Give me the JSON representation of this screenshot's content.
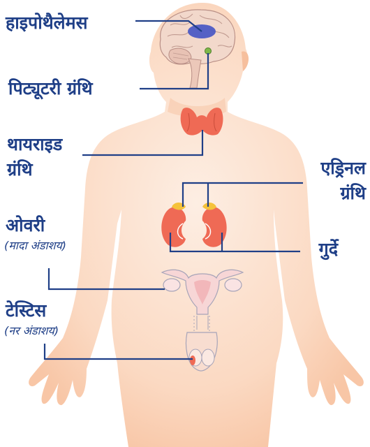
{
  "labels": {
    "hypothalamus": "हाइपोथैलेमस",
    "pituitary": "पिट्यूटरी ग्रंथि",
    "thyroid_line1": "थायराइड",
    "thyroid_line2": "ग्रंथि",
    "adrenal_line1": "एड्रिनल",
    "adrenal_line2": "ग्रंथि",
    "ovary": "ओवरी",
    "ovary_sub": "(मादा अंडाशय)",
    "kidney": "गुर्दे",
    "testis": "टेस्टिस",
    "testis_sub": "(नर अंडाशय)"
  },
  "colors": {
    "label_text": "#1f3f87",
    "leader_line": "#1f3f87",
    "skin": "#fcd4b8",
    "skin_glow": "#fbe4d4",
    "organ_red": "#ef6a55",
    "organ_red_dark": "#d9503d",
    "adrenal_yellow": "#f5c23a",
    "brain": "#f0cfc0",
    "hypothalamus_blue": "#4c5bc4",
    "pituitary_green": "#7fb84a",
    "reproductive": "#f7d2d2"
  }
}
